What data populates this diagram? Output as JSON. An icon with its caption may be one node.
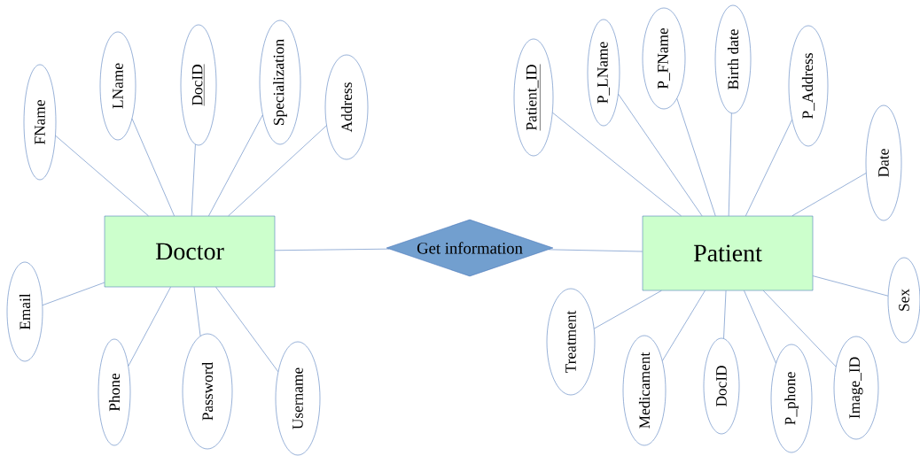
{
  "diagram": {
    "nodes": [
      {
        "text": [
          "Doctor"
        ]
      },
      {
        "text": [
          "FName"
        ]
      },
      {
        "text": [
          "LName"
        ]
      },
      {
        "text": [
          "DocID"
        ]
      },
      {
        "text": [
          "Specialization"
        ]
      },
      {
        "text": [
          "Address"
        ]
      },
      {
        "text": [
          "Email"
        ]
      },
      {
        "text": [
          "Phone"
        ]
      },
      {
        "text": [
          "Password"
        ]
      },
      {
        "text": [
          "Username"
        ]
      },
      {
        "text": [
          "Get information"
        ]
      },
      {
        "text": [
          "Patient"
        ]
      },
      {
        "text": [
          "Patient_ID"
        ]
      },
      {
        "text": [
          "P_LName"
        ]
      },
      {
        "text": [
          "P_FName"
        ]
      },
      {
        "text": [
          "Birth date"
        ]
      },
      {
        "text": [
          "P_Address"
        ]
      },
      {
        "text": [
          "Date"
        ]
      },
      {
        "text": [
          "Sex"
        ]
      },
      {
        "text": [
          "Treatment"
        ]
      },
      {
        "text": [
          "Medicament"
        ]
      },
      {
        "text": [
          "DocID"
        ]
      },
      {
        "text": [
          "P_phone"
        ]
      },
      {
        "text": [
          "Image_ID"
        ]
      }
    ],
    "edges": [
      {
        "from": 1,
        "to": 0,
        "arrow": "none"
      },
      {
        "from": 2,
        "to": 0,
        "arrow": "none"
      },
      {
        "from": 3,
        "to": 0,
        "arrow": "none"
      },
      {
        "from": 4,
        "to": 0,
        "arrow": "none"
      },
      {
        "from": 5,
        "to": 0,
        "arrow": "none"
      },
      {
        "from": 6,
        "to": 0,
        "arrow": "none"
      },
      {
        "from": 7,
        "to": 0,
        "arrow": "none"
      },
      {
        "from": 8,
        "to": 0,
        "arrow": "none"
      },
      {
        "from": 9,
        "to": 0,
        "arrow": "none"
      },
      {
        "from": 0,
        "to": 10,
        "arrow": "none"
      },
      {
        "from": 10,
        "to": 11,
        "arrow": "none"
      },
      {
        "from": 12,
        "to": 11,
        "arrow": "none"
      },
      {
        "from": 13,
        "to": 11,
        "arrow": "none"
      },
      {
        "from": 14,
        "to": 11,
        "arrow": "none"
      },
      {
        "from": 15,
        "to": 11,
        "arrow": "none"
      },
      {
        "from": 16,
        "to": 11,
        "arrow": "none"
      },
      {
        "from": 17,
        "to": 11,
        "arrow": "none"
      },
      {
        "from": 18,
        "to": 11,
        "arrow": "none"
      },
      {
        "from": 19,
        "to": 11,
        "arrow": "none"
      },
      {
        "from": 20,
        "to": 11,
        "arrow": "none"
      },
      {
        "from": 21,
        "to": 11,
        "arrow": "none"
      },
      {
        "from": 22,
        "to": 11,
        "arrow": "none"
      },
      {
        "from": 23,
        "to": 11,
        "arrow": "none"
      }
    ]
  }
}
